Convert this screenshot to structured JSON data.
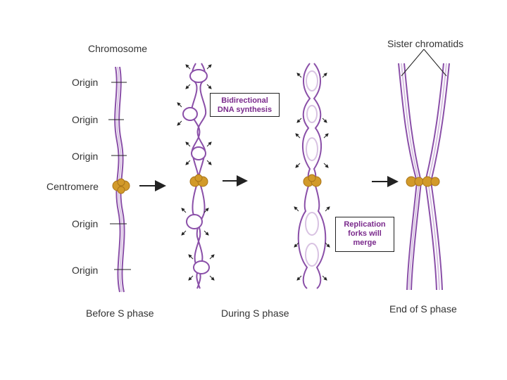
{
  "labels": {
    "chromosome": "Chromosome",
    "origin": "Origin",
    "centromere": "Centromere",
    "sister_chromatids": "Sister chromatids"
  },
  "stages": {
    "before": "Before S phase",
    "during": "During S phase",
    "end": "End of S phase"
  },
  "callouts": {
    "bidirectional": [
      "Bidirectional",
      "DNA synthesis"
    ],
    "replication": [
      "Replication",
      "forks will",
      "merge"
    ]
  },
  "colors": {
    "dna_strand": "#8a4fa8",
    "dna_light": "#d8c2e2",
    "centromere": "#d29a2a",
    "arrow": "#222222",
    "callout_text": "#7a2a8c"
  }
}
